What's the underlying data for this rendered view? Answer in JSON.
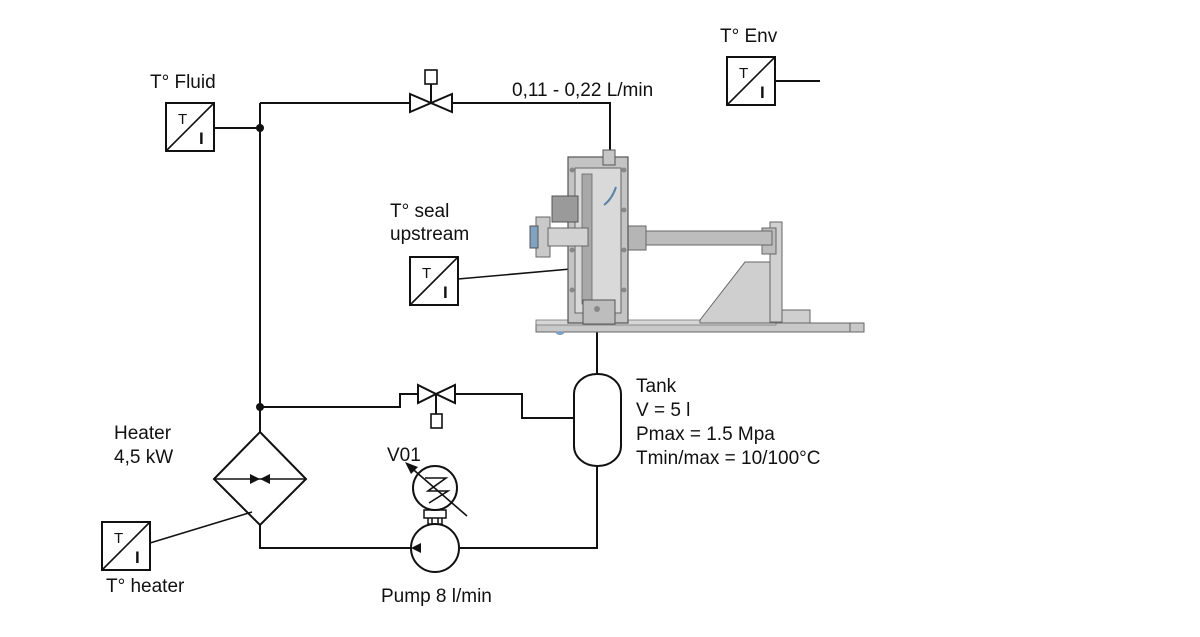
{
  "labels": {
    "t_env": "T° Env",
    "t_fluid": "T° Fluid",
    "flow_rate": "0,11 - 0,22 L/min",
    "t_seal_line1": "T° seal",
    "t_seal_line2": "upstream",
    "tank_line1": "Tank",
    "tank_line2": "V = 5 l",
    "tank_line3": "Pmax = 1.5 Mpa",
    "tank_line4": "Tmin/max = 10/100°C",
    "heater_line1": "Heater",
    "heater_line2": "4,5 kW",
    "valve_v01": "V01",
    "t_heater": "T° heater",
    "pump": "Pump 8 l/min"
  },
  "transmitter_glyphs": {
    "top": "T",
    "bottom": "I"
  },
  "colors": {
    "line": "#111111",
    "machine_fill": "#c8c8c8",
    "machine_dark": "#8c8c8c",
    "background": "#ffffff"
  }
}
